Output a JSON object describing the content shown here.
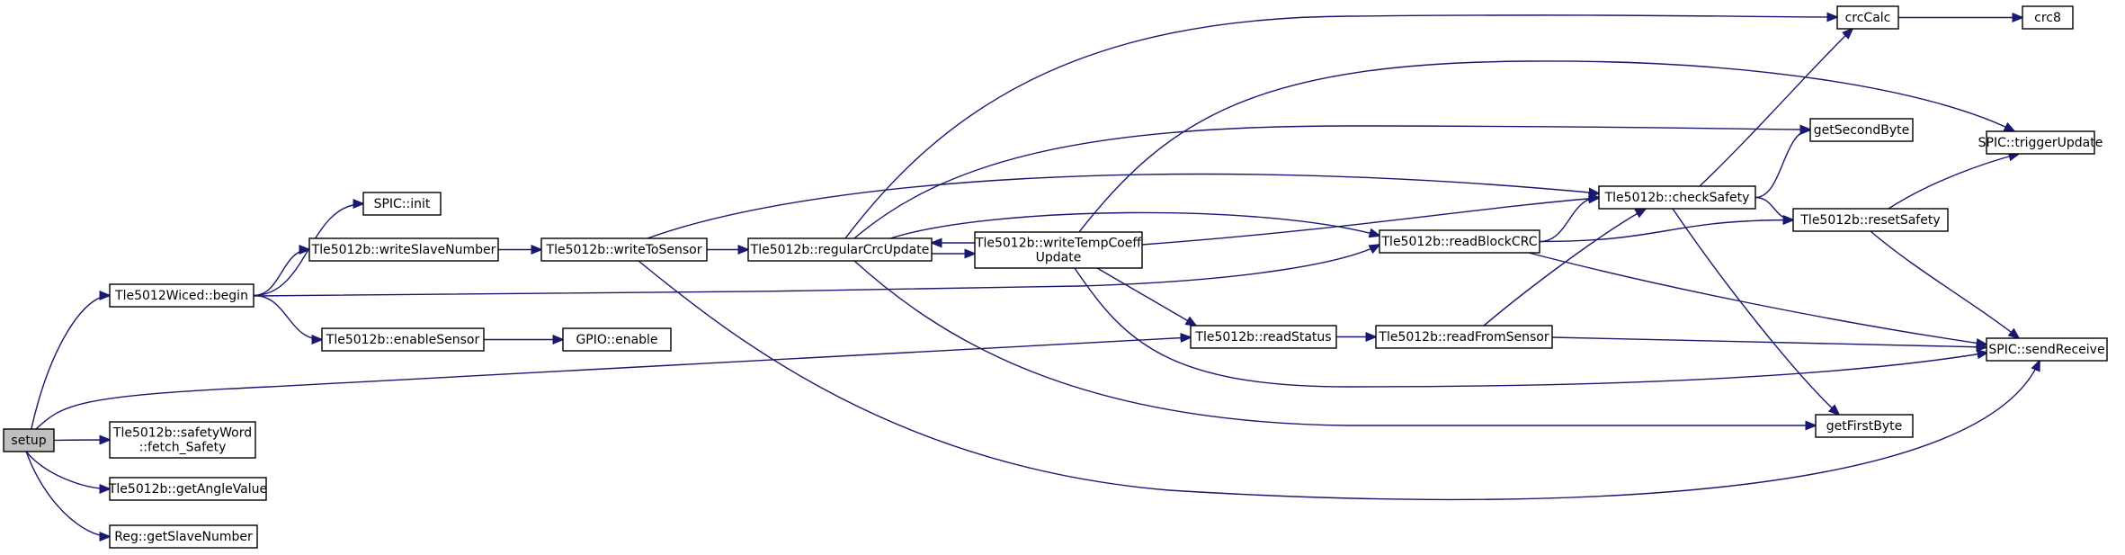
{
  "nodes": [
    {
      "id": "setup",
      "lines": [
        "setup"
      ],
      "root": true
    },
    {
      "id": "begin",
      "lines": [
        "Tle5012Wiced::begin"
      ]
    },
    {
      "id": "fetch_safety",
      "lines": [
        "Tle5012b::safetyWord",
        "::fetch_Safety"
      ]
    },
    {
      "id": "getAngle",
      "lines": [
        "Tle5012b::getAngleValue"
      ]
    },
    {
      "id": "getSlave",
      "lines": [
        "Reg::getSlaveNumber"
      ]
    },
    {
      "id": "spic_init",
      "lines": [
        "SPIC::init"
      ]
    },
    {
      "id": "writeSlave",
      "lines": [
        "Tle5012b::writeSlaveNumber"
      ]
    },
    {
      "id": "enableSensor",
      "lines": [
        "Tle5012b::enableSensor"
      ]
    },
    {
      "id": "gpio_enable",
      "lines": [
        "GPIO::enable"
      ]
    },
    {
      "id": "writeToSensor",
      "lines": [
        "Tle5012b::writeToSensor"
      ]
    },
    {
      "id": "regularCrc",
      "lines": [
        "Tle5012b::regularCrcUpdate"
      ]
    },
    {
      "id": "writeTemp",
      "lines": [
        "Tle5012b::writeTempCoeff",
        "Update"
      ]
    },
    {
      "id": "readStatus",
      "lines": [
        "Tle5012b::readStatus"
      ]
    },
    {
      "id": "readFromSensor",
      "lines": [
        "Tle5012b::readFromSensor"
      ]
    },
    {
      "id": "readBlockCRC",
      "lines": [
        "Tle5012b::readBlockCRC"
      ]
    },
    {
      "id": "checkSafety",
      "lines": [
        "Tle5012b::checkSafety"
      ]
    },
    {
      "id": "resetSafety",
      "lines": [
        "Tle5012b::resetSafety"
      ]
    },
    {
      "id": "crcCalc",
      "lines": [
        "crcCalc"
      ]
    },
    {
      "id": "crc8",
      "lines": [
        "crc8"
      ]
    },
    {
      "id": "getSecondByte",
      "lines": [
        "getSecondByte"
      ]
    },
    {
      "id": "triggerUpdate",
      "lines": [
        "SPIC::triggerUpdate"
      ]
    },
    {
      "id": "sendReceive",
      "lines": [
        "SPIC::sendReceive"
      ]
    },
    {
      "id": "getFirstByte",
      "lines": [
        "getFirstByte"
      ]
    }
  ],
  "edges": [
    {
      "from": "setup",
      "to": "begin"
    },
    {
      "from": "setup",
      "to": "readStatus"
    },
    {
      "from": "setup",
      "to": "fetch_safety"
    },
    {
      "from": "setup",
      "to": "getAngle"
    },
    {
      "from": "setup",
      "to": "getSlave"
    },
    {
      "from": "begin",
      "to": "spic_init"
    },
    {
      "from": "begin",
      "to": "writeSlave"
    },
    {
      "from": "begin",
      "to": "readBlockCRC"
    },
    {
      "from": "begin",
      "to": "enableSensor"
    },
    {
      "from": "writeSlave",
      "to": "writeToSensor"
    },
    {
      "from": "enableSensor",
      "to": "gpio_enable"
    },
    {
      "from": "writeToSensor",
      "to": "checkSafety"
    },
    {
      "from": "writeToSensor",
      "to": "regularCrc"
    },
    {
      "from": "writeToSensor",
      "to": "sendReceive"
    },
    {
      "from": "regularCrc",
      "to": "crcCalc"
    },
    {
      "from": "regularCrc",
      "to": "getSecondByte"
    },
    {
      "from": "regularCrc",
      "to": "readBlockCRC"
    },
    {
      "from": "regularCrc",
      "to": "writeTemp"
    },
    {
      "from": "regularCrc",
      "to": "getFirstByte"
    },
    {
      "from": "writeTemp",
      "to": "regularCrc"
    },
    {
      "from": "writeTemp",
      "to": "triggerUpdate"
    },
    {
      "from": "writeTemp",
      "to": "checkSafety"
    },
    {
      "from": "writeTemp",
      "to": "readStatus"
    },
    {
      "from": "writeTemp",
      "to": "sendReceive"
    },
    {
      "from": "readStatus",
      "to": "readFromSensor"
    },
    {
      "from": "readFromSensor",
      "to": "checkSafety"
    },
    {
      "from": "readFromSensor",
      "to": "sendReceive"
    },
    {
      "from": "readBlockCRC",
      "to": "checkSafety"
    },
    {
      "from": "readBlockCRC",
      "to": "resetSafety"
    },
    {
      "from": "readBlockCRC",
      "to": "sendReceive"
    },
    {
      "from": "checkSafety",
      "to": "crcCalc"
    },
    {
      "from": "checkSafety",
      "to": "getSecondByte"
    },
    {
      "from": "checkSafety",
      "to": "resetSafety"
    },
    {
      "from": "checkSafety",
      "to": "getFirstByte"
    },
    {
      "from": "resetSafety",
      "to": "triggerUpdate"
    },
    {
      "from": "resetSafety",
      "to": "sendReceive"
    },
    {
      "from": "crcCalc",
      "to": "crc8"
    }
  ]
}
